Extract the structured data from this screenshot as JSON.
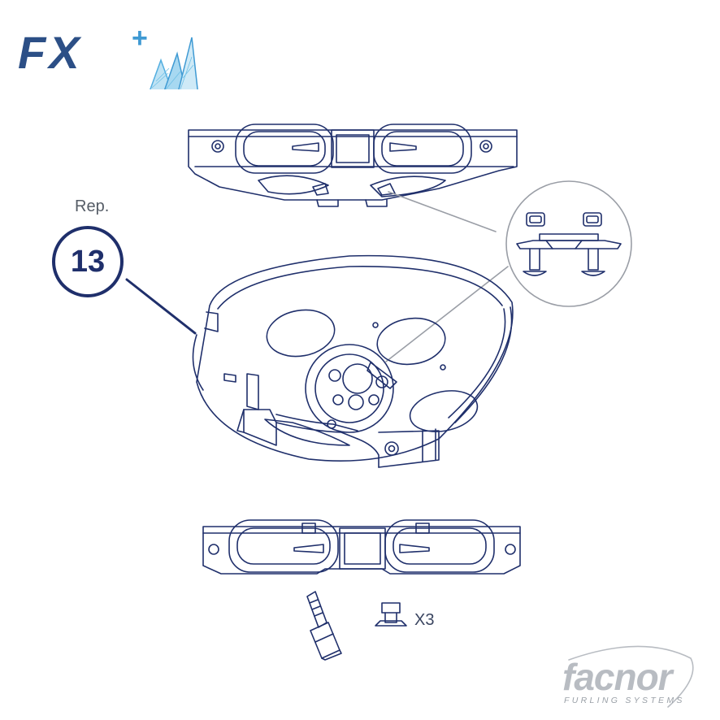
{
  "header": {
    "brand_text": "FX",
    "brand_plus": "+"
  },
  "callout": {
    "rep_label": "Rep.",
    "rep_number": "13"
  },
  "parts": {
    "quantity_label": "X3"
  },
  "logo": {
    "name": "facnor",
    "tagline": "FURLING SYSTEMS"
  },
  "colors": {
    "line": "#1f2f6b",
    "brand": "#2c4f86",
    "brand_accent": "#3f9ad3",
    "logo_grey": "#b8bcc2"
  }
}
